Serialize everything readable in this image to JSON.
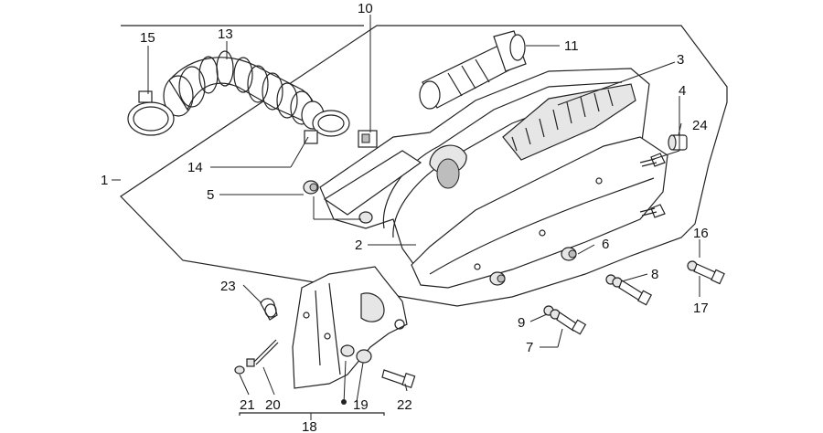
{
  "callouts": {
    "c1": "1",
    "c2": "2",
    "c3": "3",
    "c4": "4",
    "c5": "5",
    "c6": "6",
    "c7": "7",
    "c8": "8",
    "c9": "9",
    "c10": "10",
    "c11": "11",
    "c12": "24",
    "c13": "13",
    "c14": "14",
    "c15": "15",
    "c16": "16",
    "c17": "17",
    "c18": "18",
    "c19": "19",
    "c20": "20",
    "c21": "21",
    "c22": "22",
    "c23": "23"
  }
}
